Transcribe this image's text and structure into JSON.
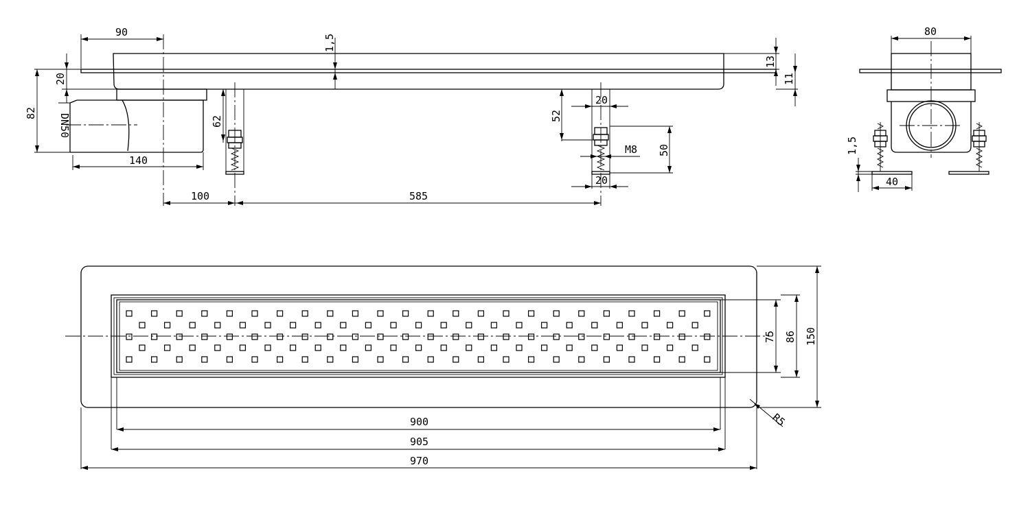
{
  "drawing": {
    "side_view": {
      "dims": {
        "d90": "90",
        "d1_5": "1,5",
        "d13": "13",
        "d11": "11",
        "d20": "20",
        "d82": "82",
        "dn50": "DN50",
        "d140": "140",
        "d62": "62",
        "d100": "100",
        "d585": "585",
        "d52": "52",
        "d20b": "20",
        "m8": "M8",
        "d50": "50",
        "d20c": "20"
      }
    },
    "end_view": {
      "dims": {
        "d80": "80",
        "d1_5": "1,5",
        "d40": "40"
      }
    },
    "plan_view": {
      "dims": {
        "d75": "75",
        "d86": "86",
        "d150": "150",
        "r5": "R5",
        "d900": "900",
        "d905": "905",
        "d970": "970"
      }
    }
  }
}
